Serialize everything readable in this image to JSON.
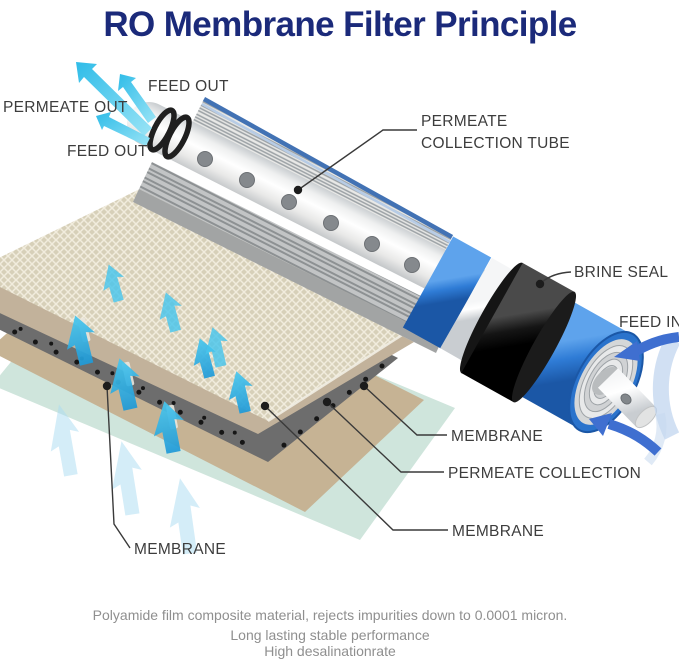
{
  "title": "RO Membrane Filter Principle",
  "labels": {
    "permeate_out": "PERMEATE OUT",
    "feed_out_top": "FEED OUT",
    "feed_out_left": "FEED OUT",
    "tube_line1": "PERMEATE",
    "tube_line2": "COLLECTION TUBE",
    "brine_seal": "BRINE SEAL",
    "feed_in": "FEED IN",
    "membrane_upper_right": "MEMBRANE",
    "permeate_collection": "PERMEATE COLLECTION",
    "membrane_lower_right": "MEMBRANE",
    "membrane_bottom_left": "MEMBRANE"
  },
  "caption": {
    "line1": "Polyamide film composite material, rejects impurities down to 0.0001 micron.",
    "line2": "Long lasting stable performance",
    "line3": "High desalinationrate"
  },
  "colors": {
    "title_navy": "#1b2a7a",
    "label_gray": "#3d3d3d",
    "caption_gray": "#8f8f8f",
    "housing_blue": "#2f7cd6",
    "brine_seal_black": "#151515",
    "permeate_arrow_cyan": "#3cc3ec",
    "feed_arrow_blue": "#3f6fd0",
    "mesh_beige": "#d7d0b9",
    "membrane_tan": "#c0b098",
    "collection_gray": "#6d6d6d",
    "bottom_sheet_mint": "#cfe5dc"
  }
}
